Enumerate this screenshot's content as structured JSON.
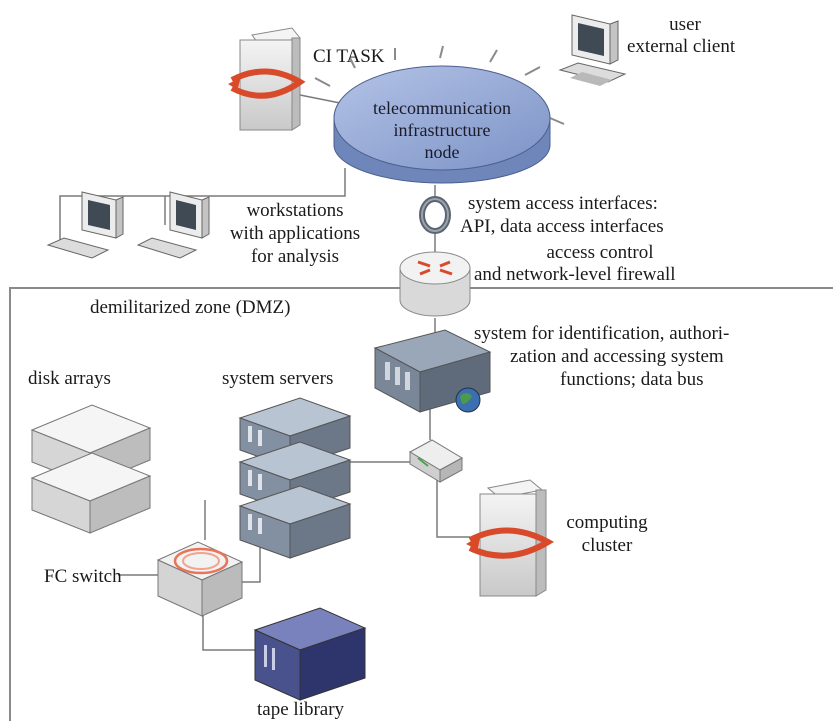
{
  "labels": {
    "user": "user",
    "external_client": "external client",
    "ci_task": "CI TASK",
    "hub_line1": "telecommunication",
    "hub_line2": "infrastructure",
    "hub_line3": "node",
    "workstations_line1": "workstations",
    "workstations_line2": "with applications",
    "workstations_line3": "for analysis",
    "access_if_line1": "system access interfaces:",
    "access_if_line2": "API, data access interfaces",
    "firewall_line1": "access control",
    "firewall_line2": "and network-level firewall",
    "dmz": "demilitarized zone (DMZ)",
    "auth_line1": "system for identification, authori-",
    "auth_line2": "zation and accessing system",
    "auth_line3": "functions; data bus",
    "disk_arrays": "disk arrays",
    "system_servers": "system servers",
    "computing_line1": "computing",
    "computing_line2": "cluster",
    "fc_switch": "FC switch",
    "tape_library": "tape library"
  },
  "colors": {
    "hub_top": "#8fa3cf",
    "hub_side": "#6f86ba",
    "server_dark": "#5f6b7a",
    "tape_blue": "#3d4583",
    "cluster_arrow": "#d84a2a",
    "line": "#7a7a7a"
  }
}
